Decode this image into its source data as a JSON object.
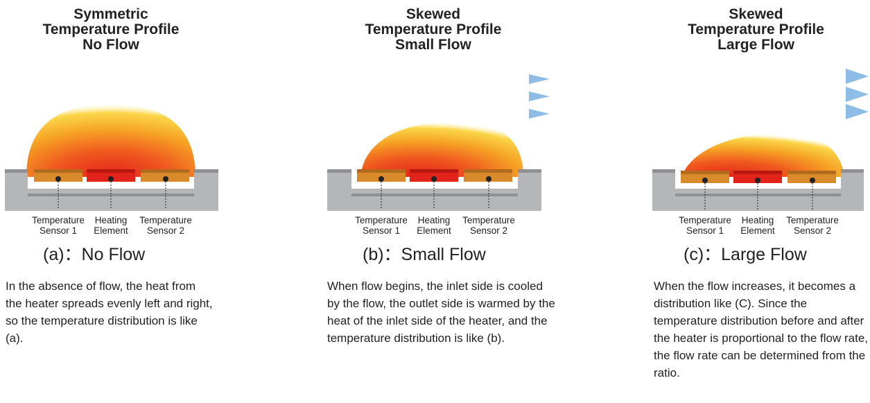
{
  "panels": [
    {
      "title": [
        "Symmetric",
        "Temperature Profile",
        "No Flow"
      ],
      "labels": {
        "sensor1": [
          "Temperature",
          "Sensor 1"
        ],
        "heater": [
          "Heating",
          "Element"
        ],
        "sensor2": [
          "Temperature",
          "Sensor 2"
        ]
      },
      "caption": "(a)：No Flow",
      "description": "In the absence of flow, the heat from the heater spreads evenly left and right, so the temperature distribution is like (a)."
    },
    {
      "title": [
        "Skewed",
        "Temperature Profile",
        "Small Flow"
      ],
      "labels": {
        "sensor1": [
          "Temperature",
          "Sensor 1"
        ],
        "heater": [
          "Heating",
          "Element"
        ],
        "sensor2": [
          "Temperature",
          "Sensor 2"
        ]
      },
      "caption": "(b)：Small Flow",
      "description": "When flow begins, the inlet side is cooled by the flow, the outlet side is warmed by the heat of the inlet side of the heater, and the temperature distribution is like (b)."
    },
    {
      "title": [
        "Skewed",
        "Temperature Profile",
        "Large Flow"
      ],
      "labels": {
        "sensor1": [
          "Temperature",
          "Sensor 1"
        ],
        "heater": [
          "Heating",
          "Element"
        ],
        "sensor2": [
          "Temperature",
          "Sensor 2"
        ]
      },
      "caption": "(c)：Large Flow",
      "description": "When the flow increases, it becomes a distribution like (C). Since the temperature distribution before and after the heater is proportional to the flow rate, the flow rate can be determined from the ratio."
    }
  ],
  "colors": {
    "substrate": "#b5b6b8",
    "sensor": "#d98a2b",
    "heater": "#e2231a",
    "flow_arrow_dark": "#1e6aa8",
    "flow_arrow_light": "#8dbde6"
  }
}
